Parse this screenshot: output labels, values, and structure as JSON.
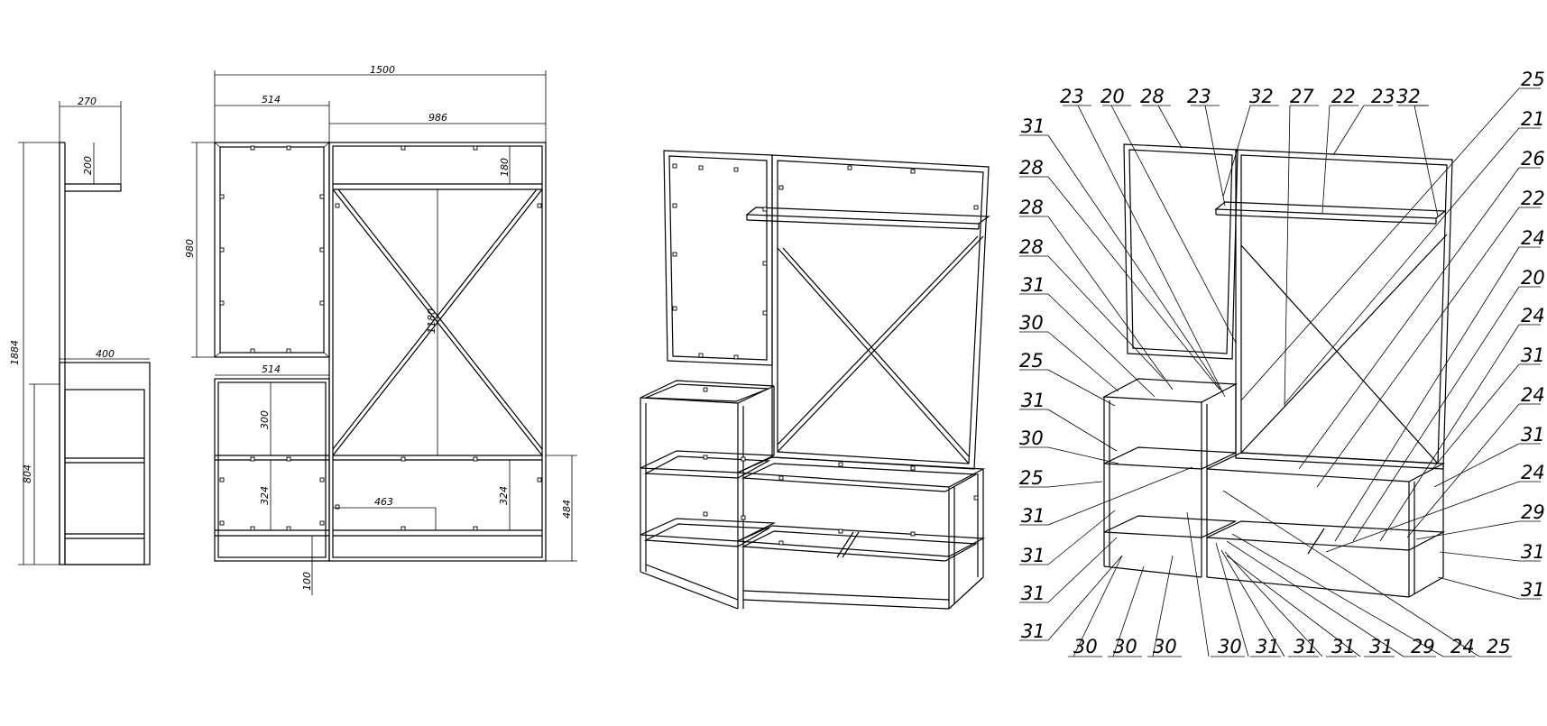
{
  "dimensions": {
    "side_top_depth": "270",
    "side_top_height": "200",
    "side_total_height": "1884",
    "side_bottom_depth": "400",
    "side_bottom_height": "804",
    "front_total_width": "1500",
    "front_left_width": "514",
    "front_right_width": "986",
    "front_top_shelf_height": "180",
    "front_mirror_height": "980",
    "front_cross_height": "1180",
    "front_cabinet_width": "514",
    "front_cabinet_upper": "300",
    "front_cabinet_lower": "324",
    "front_bench_shelf": "463",
    "front_bench_height": "324",
    "front_bench_total": "484",
    "front_legs": "100"
  },
  "part_labels": {
    "top": [
      "23",
      "20",
      "28",
      "23",
      "32",
      "27",
      "22",
      "23",
      "32"
    ],
    "left": [
      "31",
      "28",
      "28",
      "28",
      "31",
      "30",
      "25",
      "31",
      "30",
      "25",
      "31",
      "31",
      "31",
      "31"
    ],
    "right": [
      "25",
      "21",
      "26",
      "22",
      "24",
      "20",
      "24",
      "31",
      "24",
      "31",
      "24",
      "29",
      "31",
      "31"
    ],
    "bottom": [
      "30",
      "30",
      "30",
      "30",
      "31",
      "31",
      "31",
      "31",
      "29",
      "24",
      "25"
    ]
  }
}
